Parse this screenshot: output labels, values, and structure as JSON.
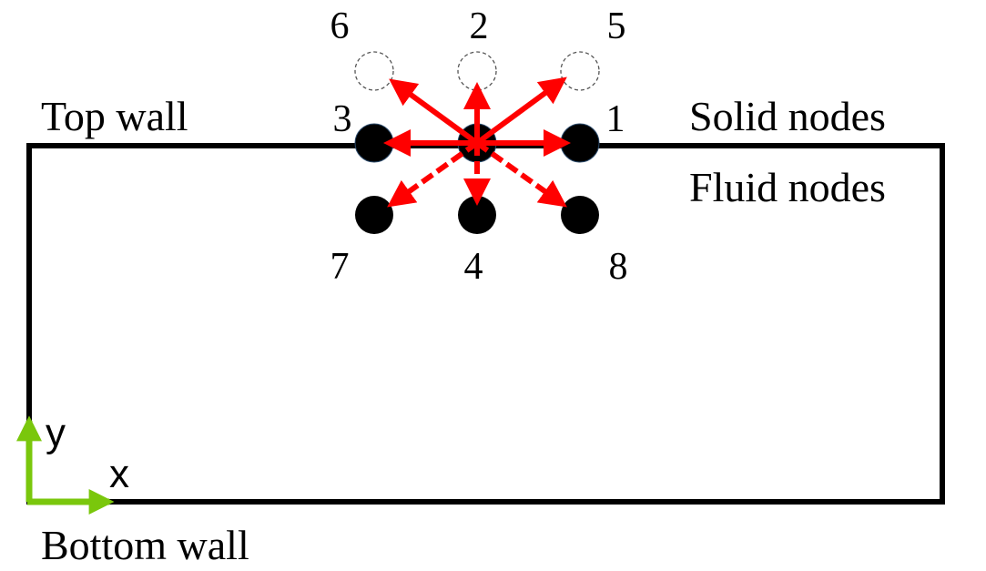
{
  "labels": {
    "top_wall": "Top wall",
    "bottom_wall": "Bottom wall",
    "solid_nodes": "Solid nodes",
    "fluid_nodes": "Fluid nodes",
    "axis_x": "x",
    "axis_y": "y"
  },
  "node_labels": {
    "n1": "1",
    "n2": "2",
    "n3": "3",
    "n4": "4",
    "n5": "5",
    "n6": "6",
    "n7": "7",
    "n8": "8"
  },
  "colors": {
    "wall": "#000000",
    "node": "#000000",
    "virtual_node": "#555555",
    "lattice_arrow": "#ff0000",
    "axis_arrow": "#7ac70c"
  }
}
